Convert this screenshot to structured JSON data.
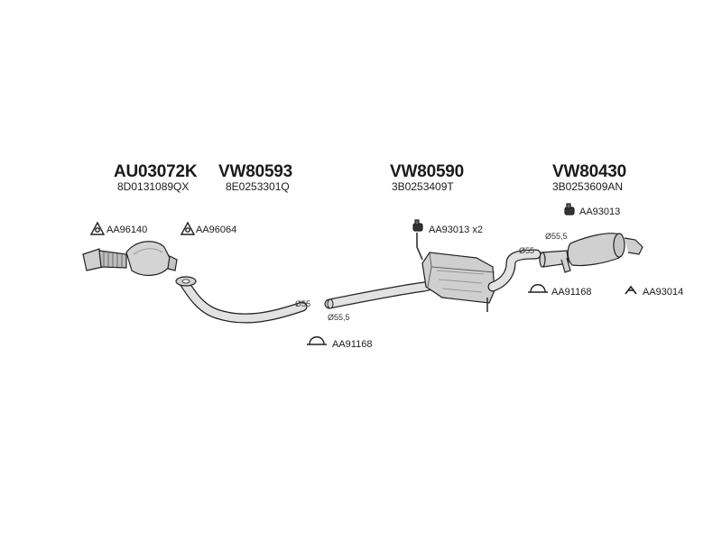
{
  "parts": [
    {
      "part_no": "AU03072K",
      "oem_no": "8D0131089QX"
    },
    {
      "part_no": "VW80593",
      "oem_no": "8E0253301Q"
    },
    {
      "part_no": "VW80590",
      "oem_no": "3B0253409T"
    },
    {
      "part_no": "VW80430",
      "oem_no": "3B0253609AN"
    }
  ],
  "accessories": [
    {
      "code": "AA96140",
      "icon": "gasket-ring-icon"
    },
    {
      "code": "AA96064",
      "icon": "gasket-ring-icon"
    },
    {
      "code": "AA93013 x2",
      "icon": "rubber-hanger-icon"
    },
    {
      "code": "AA93013",
      "icon": "rubber-hanger-icon"
    },
    {
      "code": "AA91168",
      "icon": "pipe-clamp-icon"
    },
    {
      "code": "AA93014",
      "icon": "bracket-icon"
    },
    {
      "code": "AA91168",
      "icon": "pipe-clamp-icon"
    }
  ],
  "dimensions": [
    {
      "text": "Ø55"
    },
    {
      "text": "Ø55,5"
    },
    {
      "text": "Ø55"
    },
    {
      "text": "Ø55,5"
    }
  ]
}
